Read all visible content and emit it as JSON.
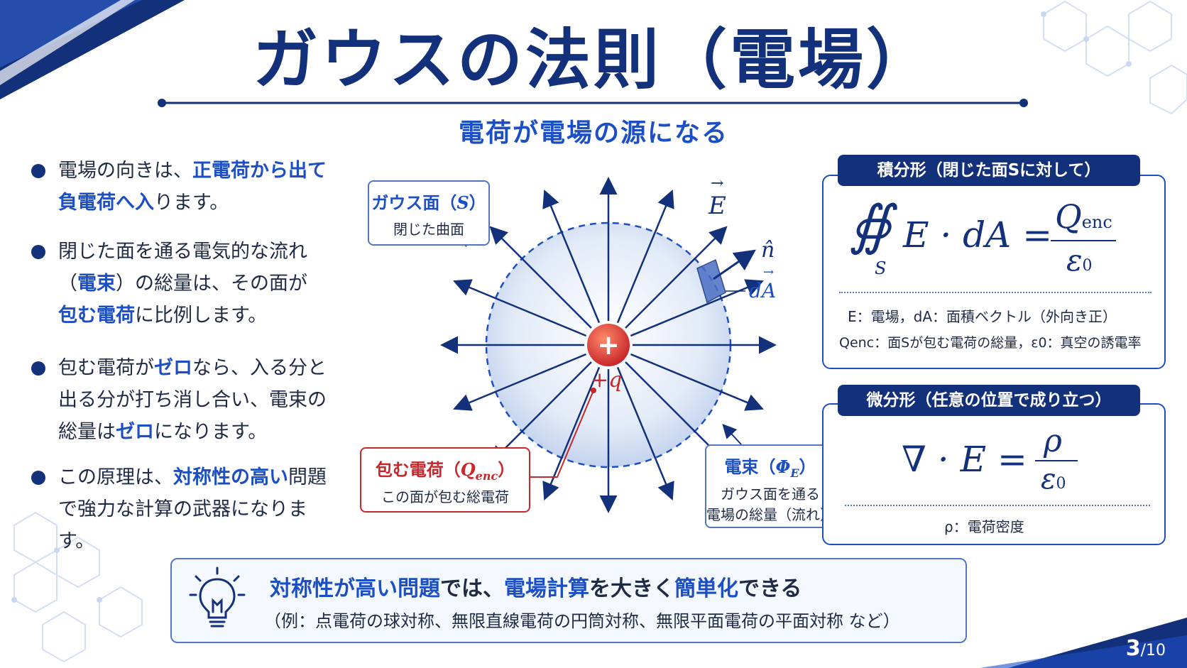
{
  "title": "ガウスの法則（電場）",
  "subtitle": "電荷が電場の源になる",
  "bullets": [
    {
      "parts": [
        "電場の向きは、",
        "正電荷から出て",
        "",
        "負電荷へ入",
        "ります。"
      ]
    },
    {
      "parts": [
        "閉じた面を通る電気的な流れ",
        "（",
        "電束",
        "）の総量は、その面が",
        "包む電荷",
        "に比例します。"
      ]
    },
    {
      "parts": [
        "包む電荷が",
        "ゼロ",
        "なら、入る分と出る分が打ち消し合い、電束の総量は",
        "ゼロ",
        "になります。"
      ]
    },
    {
      "parts": [
        "この原理は、",
        "対称性の高い",
        "問題で強力な計算の武器になります。"
      ]
    }
  ],
  "diagram": {
    "gauss_surface_title": "ガウス面",
    "gauss_surface_symbol": "S",
    "gauss_surface_desc": "閉じた曲面",
    "charge_sign": "+",
    "charge_label": "+q",
    "field_label": "E",
    "normal_label": "n̂",
    "area_label": "dA",
    "enclosed_title": "包む電荷",
    "enclosed_symbol": "Q",
    "enclosed_sub": "enc",
    "enclosed_desc": "この面が包む総電荷",
    "flux_title": "電束",
    "flux_symbol": "Φ",
    "flux_sub": "E",
    "flux_desc1": "ガウス面を通る",
    "flux_desc2": "電場の総量（流れ）"
  },
  "integral_panel": {
    "header": "積分形（閉じた面Sに対して）",
    "formula_lhs": "∯",
    "formula_sub": "S",
    "formula_body": "E · dA =",
    "formula_num": "Q",
    "formula_num_sub": "enc",
    "formula_den": "ε",
    "formula_den_sub": "0",
    "legend1": "E：電場，dA：面積ベクトル（外向き正）",
    "legend2": "Qenc：面Sが包む電荷の総量，ε0：真空の誘電率"
  },
  "differential_panel": {
    "header": "微分形（任意の位置で成り立つ）",
    "formula_body": "∇ · E =",
    "formula_num": "ρ",
    "formula_den": "ε",
    "formula_den_sub": "0",
    "legend": "ρ：電荷密度"
  },
  "tip": {
    "main_a": "対称性が高い問題",
    "main_b": "では、",
    "main_c": "電場計算",
    "main_d": "を大きく",
    "main_e": "簡単化",
    "main_f": "できる",
    "sub": "（例：点電荷の球対称、無限直線電荷の円筒対称、無限平面電荷の平面対称 など）"
  },
  "page": {
    "current": "3",
    "total": "/10"
  },
  "colors": {
    "navy": "#13307a",
    "accent": "#1d4fc4",
    "red": "#c8282b"
  }
}
